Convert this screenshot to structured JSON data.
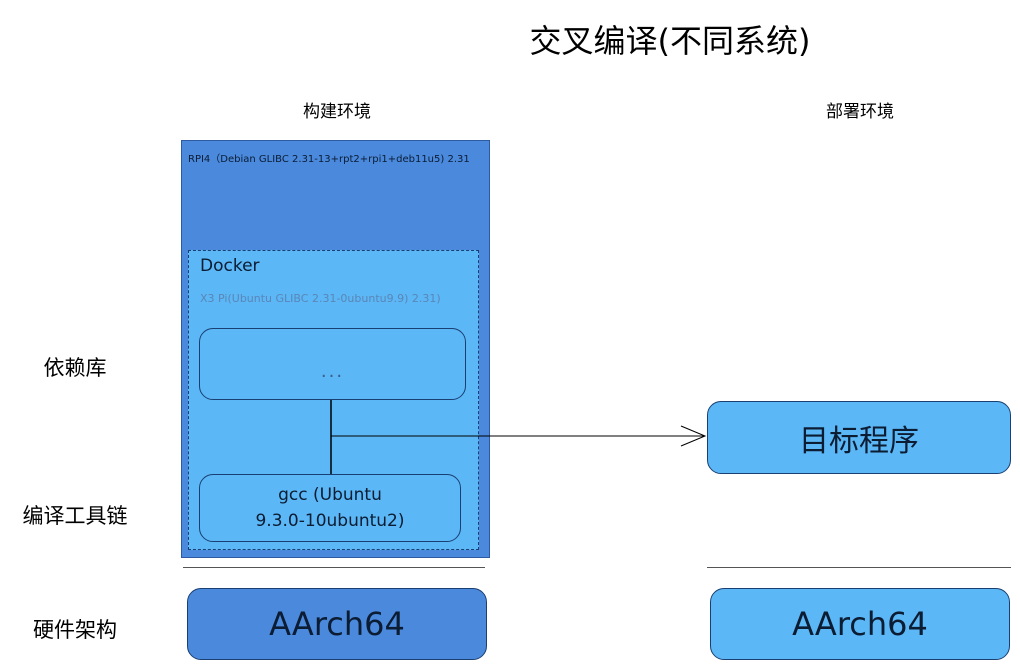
{
  "title": "交叉编译(不同系统)",
  "columns": {
    "build": "构建环境",
    "deploy": "部署环境"
  },
  "rows": {
    "deps": "依赖库",
    "toolchain": "编译工具链",
    "hardware": "硬件架构"
  },
  "build_env": {
    "rpi_label": "RPI4（Debian GLIBC 2.31-13+rpt2+rpi1+deb11u5) 2.31",
    "docker_label": "Docker",
    "x3_label": "X3 Pi(Ubuntu GLIBC 2.31-0ubuntu9.9) 2.31)",
    "deps_placeholder": "...",
    "gcc_line1": "gcc (Ubuntu",
    "gcc_line2": "9.3.0-10ubuntu2)",
    "hardware": "AArch64"
  },
  "deploy_env": {
    "target": "目标程序",
    "hardware": "AArch64"
  },
  "colors": {
    "dark_blue": "#4a89dc",
    "light_blue": "#5bb7f5",
    "border": "#1a3f73"
  }
}
